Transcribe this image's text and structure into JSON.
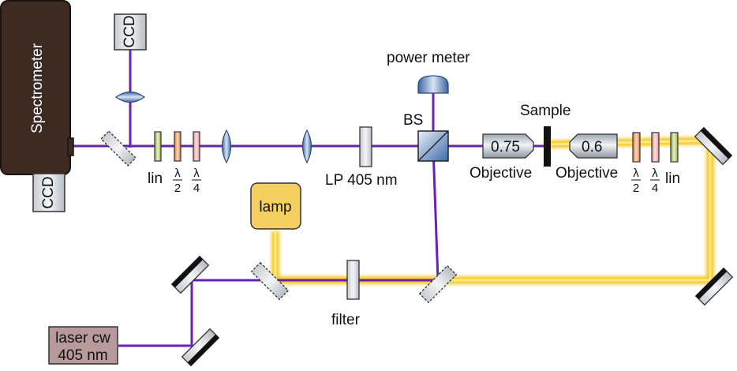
{
  "labels": {
    "spectrometer": "Spectrometer",
    "ccd_top": "CCD",
    "ccd_bottom": "CCD",
    "lin_left": "lin",
    "half_left_num": "λ",
    "half_left_den": "2",
    "quarter_left_num": "λ",
    "quarter_left_den": "4",
    "lp_filter": "LP 405 nm",
    "power_meter": "power meter",
    "bs": "BS",
    "obj_left_value": "0.75",
    "obj_left": "Objective",
    "sample": "Sample",
    "obj_right_value": "0.6",
    "obj_right": "Objective",
    "half_right_num": "λ",
    "half_right_den": "2",
    "quarter_right_num": "λ",
    "quarter_right_den": "4",
    "lin_right": "lin",
    "lamp": "lamp",
    "filter": "filter",
    "laser_line1": "laser cw",
    "laser_line2": "405 nm"
  },
  "colors": {
    "laser_beam": "#6a1fb5",
    "lamp_beam": "#f5c518",
    "spectrometer_body": "#3d2b22",
    "laser_box": "#b89a9a",
    "lamp_box": "#f5d060",
    "lens": "#5e86bd"
  }
}
